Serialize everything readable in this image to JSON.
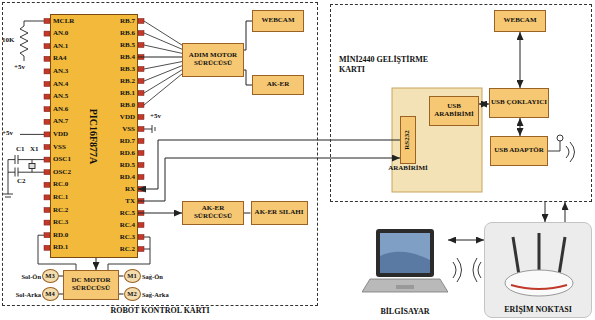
{
  "diagram": {
    "nodes": [
      {
        "text": [
          "ROBOT KONTROL KARTI"
        ]
      },
      {
        "text": [
          "PIC16F877A"
        ],
        "in": 0
      },
      {
        "text": [
          "ADIM MOTOR SÜRÜCÜSÜ"
        ],
        "in": 0
      },
      {
        "text": [
          "WEBCAM"
        ],
        "in": 0
      },
      {
        "text": [
          "AK-ER"
        ],
        "in": 0
      },
      {
        "text": [
          "AK-ER SÜRÜCÜSÜ"
        ],
        "in": 0
      },
      {
        "text": [
          "AK-ER SILAHI"
        ],
        "in": 0
      },
      {
        "text": [
          "DC MOTOR SÜRÜCÜSÜ"
        ],
        "in": 0
      },
      {
        "text": [
          "M3"
        ],
        "in": 0
      },
      {
        "text": [
          "M1"
        ],
        "in": 0
      },
      {
        "text": [
          "M4"
        ],
        "in": 0
      },
      {
        "text": [
          "M2"
        ],
        "in": 0
      },
      {
        "text": [
          "MİNİ2440 GELİŞTİRME KARTI"
        ]
      },
      {
        "text": [
          "RS232",
          "ARABİRİMİ"
        ],
        "in": 12
      },
      {
        "text": [
          "USB ARABİRİMİ"
        ],
        "in": 12
      },
      {
        "text": [
          "WEBCAM"
        ],
        "in": 12
      },
      {
        "text": [
          "USB ÇOKLAYICI"
        ],
        "in": 12
      },
      {
        "text": [
          "USB ADAPTÖR"
        ],
        "in": 12
      },
      {
        "text": [
          "BİLGİSAYAR"
        ]
      },
      {
        "text": [
          "ERİŞİM NOKTASI"
        ]
      }
    ],
    "edges": [
      {
        "from": 1,
        "to": 2,
        "arrow": "none"
      },
      {
        "from": 2,
        "to": 3,
        "arrow": "none"
      },
      {
        "from": 2,
        "to": 4,
        "arrow": "none"
      },
      {
        "from": 1,
        "to": 5,
        "arrow": "to"
      },
      {
        "from": 5,
        "to": 6,
        "arrow": "none"
      },
      {
        "from": 1,
        "to": 7,
        "arrow": "to"
      },
      {
        "from": 7,
        "to": 8,
        "arrow": "none"
      },
      {
        "from": 7,
        "to": 9,
        "arrow": "none"
      },
      {
        "from": 7,
        "to": 10,
        "arrow": "none"
      },
      {
        "from": 7,
        "to": 11,
        "arrow": "none"
      },
      {
        "from": 1,
        "to": 13,
        "arrow": "to"
      },
      {
        "from": 13,
        "to": 1,
        "arrow": "to"
      },
      {
        "from": 14,
        "to": 16,
        "arrow": "both"
      },
      {
        "from": 15,
        "to": 16,
        "arrow": "both"
      },
      {
        "from": 16,
        "to": 17,
        "arrow": "both"
      },
      {
        "from": 12,
        "to": 19,
        "arrow": "to"
      },
      {
        "from": 19,
        "to": 12,
        "arrow": "to"
      },
      {
        "from": 18,
        "to": 19,
        "arrow": "both"
      }
    ],
    "labels": [
      "MCLR",
      "AN.0",
      "AN.1",
      "RA4",
      "AN.3",
      "AN.4",
      "AN.5",
      "AN.6",
      "AN.7",
      "VDD",
      "VSS",
      "OSC1",
      "OSC2",
      "RC.0",
      "RC.1",
      "RC.2",
      "RC.3",
      "RD.0",
      "RD.1",
      "RB.7",
      "RB.6",
      "RB.5",
      "RB.4",
      "RB.3",
      "RB.2",
      "RB.1",
      "RB.0",
      "VDD",
      "VSS",
      "RD.7",
      "RD.6",
      "RD.5",
      "RD.4",
      "RX",
      "TX",
      "RC.5",
      "RC.4",
      "RC.3",
      "RC.2",
      "10K",
      "+5v",
      "+5v",
      "+5v",
      "C1",
      "C2",
      "X1",
      "Sol-Ön",
      "Sol-Arka",
      "Sağ-Ön",
      "Sağ-Arka"
    ]
  }
}
